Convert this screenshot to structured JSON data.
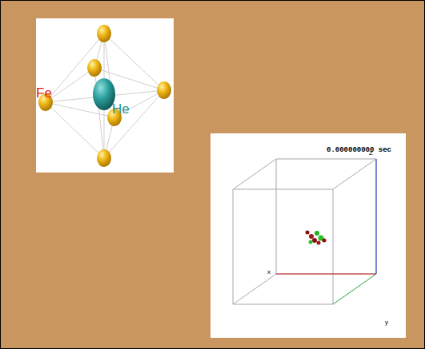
{
  "diagram": {
    "labels": [
      "Fe",
      "He",
      "0.000000000 sec",
      "Z",
      "x",
      "y"
    ]
  }
}
